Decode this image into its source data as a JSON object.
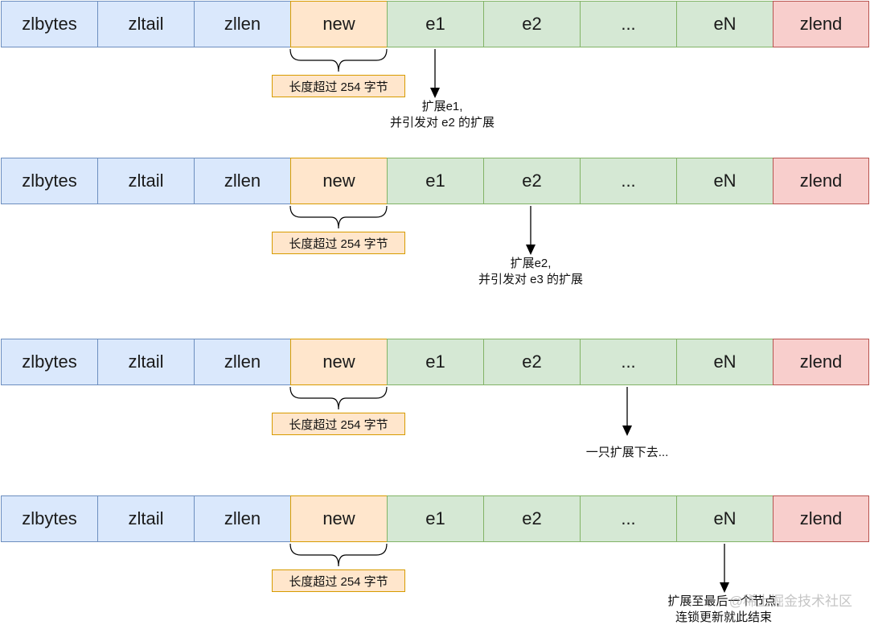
{
  "cells": [
    "zlbytes",
    "zltail",
    "zllen",
    "new",
    "e1",
    "e2",
    "...",
    "eN",
    "zlend"
  ],
  "brace_label": "长度超过 254 字节",
  "rows": [
    {
      "note_lines": [
        "扩展e1,",
        "并引发对 e2 的扩展"
      ]
    },
    {
      "note_lines": [
        "扩展e2,",
        "并引发对 e3 的扩展"
      ]
    },
    {
      "note_lines": [
        "一只扩展下去..."
      ]
    },
    {
      "note_lines": [
        "扩展至最后一个节点,",
        "连锁更新就此结束"
      ]
    }
  ],
  "watermark": "@稀土掘金技术社区",
  "colors": {
    "header_fill": "#dae8fc",
    "header_stroke": "#6c8ebf",
    "new_fill": "#ffe6cc",
    "new_stroke": "#d79b00",
    "entry_fill": "#d5e8d4",
    "entry_stroke": "#82b366",
    "end_fill": "#f8cecc",
    "end_stroke": "#b85450"
  }
}
